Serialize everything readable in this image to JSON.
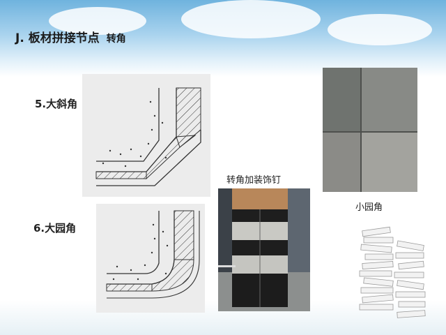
{
  "slide": {
    "title": "J. 板材拼接节点",
    "subtitle": "转角"
  },
  "items": [
    {
      "label": "5.大斜角"
    },
    {
      "label": "6.大园角"
    },
    {
      "label": "转角加装饰钉"
    },
    {
      "label": "小园角"
    }
  ]
}
